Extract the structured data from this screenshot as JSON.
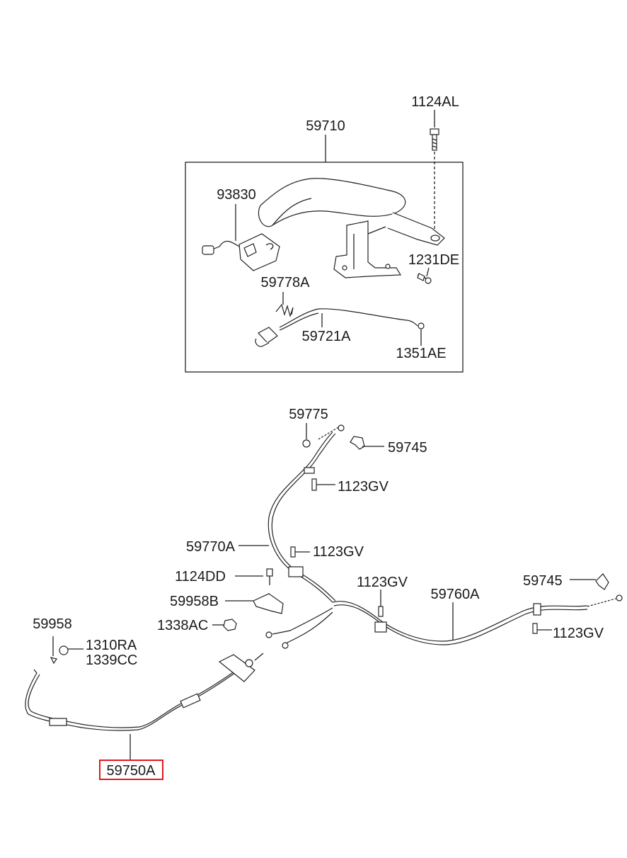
{
  "diagram": {
    "highlight_color": "#e0191e",
    "labels": {
      "lever_assembly": "59710",
      "bolt_top": "1124AL",
      "switch": "93830",
      "screw_right": "1231DE",
      "spring": "59778A",
      "rod": "59721A",
      "clip": "1351AE",
      "retainer_top": "59775",
      "bracket_top": "59745",
      "screw_a": "1123GV",
      "front_cable": "59770A",
      "screw_b": "1123GV",
      "bolt_dd": "1124DD",
      "screw_c": "1123GV",
      "bracket_b": "59958B",
      "cable_right": "59760A",
      "bracket_right": "59745",
      "nut": "1338AC",
      "screw_d": "1123GV",
      "pin_left": "59958",
      "bolt_ra": "1310RA",
      "bolt_cc": "1339CC",
      "cable_left": "59750A"
    }
  }
}
